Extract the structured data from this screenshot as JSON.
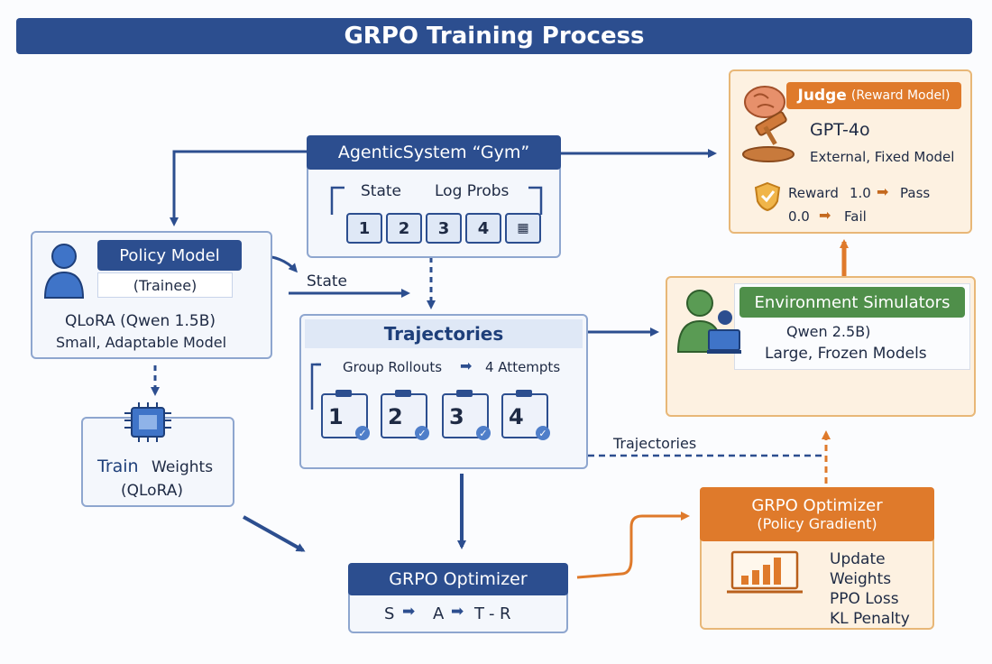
{
  "title": "GRPO Training Process",
  "gym": {
    "header": "AgenticSystem “Gym”",
    "state_label": "State",
    "logprobs_label": "Log Probs",
    "steps": [
      "1",
      "2",
      "3",
      "4"
    ]
  },
  "judge": {
    "header_main": "Judge",
    "header_sub": "(Reward Model)",
    "model": "GPT-4o",
    "desc": "External, Fixed Model",
    "reward_label": "Reward",
    "reward_pass_value": "1.0",
    "pass_label": "Pass",
    "reward_fail_value": "0.0",
    "fail_label": "Fail"
  },
  "policy": {
    "header": "Policy Model",
    "subtitle": "(Trainee)",
    "model": "QLoRA (Qwen 1.5B)",
    "desc": "Small, Adaptable Model"
  },
  "state_arrow_label": "State",
  "trajectories": {
    "header": "Trajectories",
    "rollouts_label": "Group Rollouts",
    "attempts_label": "4 Attempts",
    "items": [
      "1",
      "2",
      "3",
      "4"
    ]
  },
  "env": {
    "header": "Environment Simulators",
    "model": "Qwen 2.5B)",
    "desc": "Large, Frozen Models"
  },
  "trajectories_arrow_label": "Trajectories",
  "train": {
    "label_main": "Train",
    "label_weights": "Weights",
    "label_sub": "(QLoRA)"
  },
  "optimizer_small": {
    "header": "GRPO Optimizer",
    "sequence": [
      "S",
      "A",
      "T",
      "R"
    ]
  },
  "optimizer_big": {
    "header": "GRPO Optimizer",
    "subheader": "(Policy Gradient)",
    "items": [
      "Update",
      "Weights",
      "PPO Loss",
      "KL Penalty"
    ]
  },
  "colors": {
    "navy": "#2c4e8f",
    "orange": "#df7a2b",
    "green": "#4f8f4a",
    "panel_blue": "#f4f7fc",
    "panel_orange": "#fdf1e1"
  }
}
